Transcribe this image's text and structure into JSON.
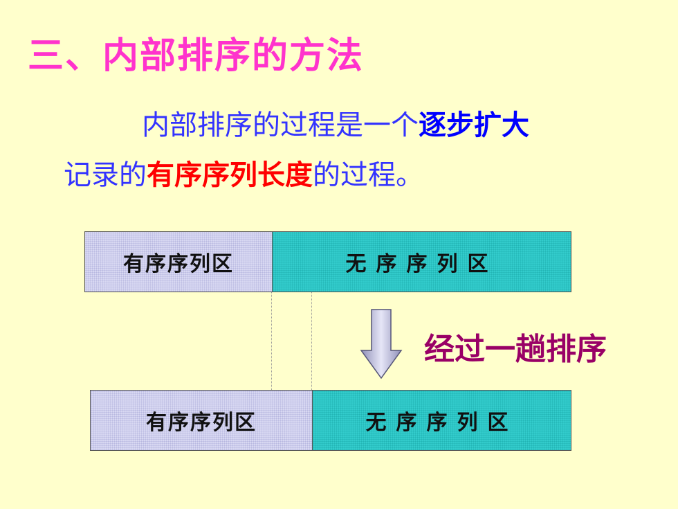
{
  "slide": {
    "title": "三、内部排序的方法",
    "paragraph": {
      "line1_plain": "内部排序的过程是一个",
      "line1_highlight": "逐步扩大",
      "line2_plain_start": "记录的",
      "line2_highlight": "有序序列长度",
      "line2_plain_end": "的过程。"
    },
    "diagram": {
      "top_bar": {
        "sorted_label": "有序序列区",
        "unsorted_label": "无序序列区"
      },
      "arrow_label": "经过一趟排序",
      "bottom_bar": {
        "sorted_label": "有序序列区",
        "unsorted_label": "无序序列区"
      }
    }
  },
  "colors": {
    "background": "#ffffcc",
    "title": "#ff33cc",
    "text": "#3333ff",
    "highlight_blue": "#0000ff",
    "highlight_red": "#ff0000",
    "sorted_region": "#d8d8f2",
    "unsorted_region": "#33cccc",
    "arrow_label": "#990066"
  },
  "icons": {
    "arrow": "down-arrow-icon"
  }
}
